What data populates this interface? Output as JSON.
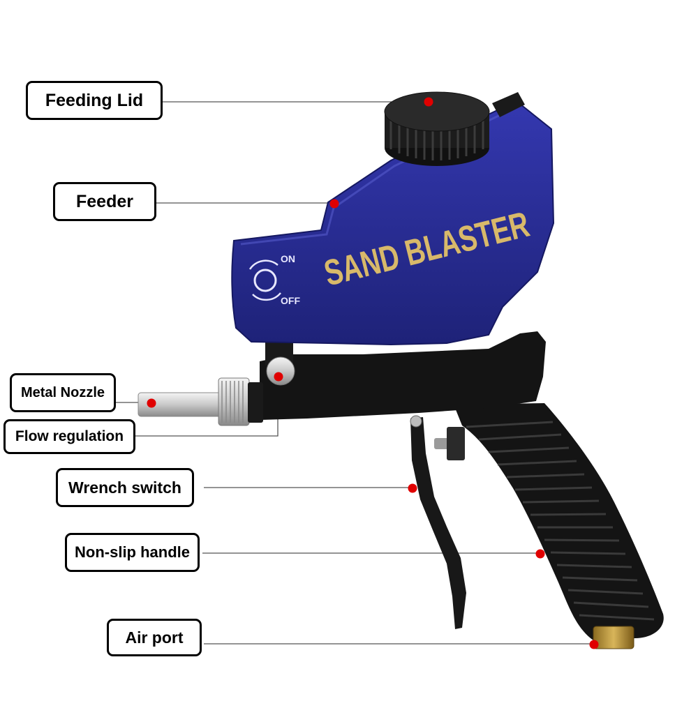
{
  "product": {
    "body_text": "SAND BLASTER",
    "switch_on": "ON",
    "switch_off": "OFF"
  },
  "callouts": [
    {
      "id": "feeding-lid",
      "text": "Feeding Lid"
    },
    {
      "id": "feeder",
      "text": "Feeder"
    },
    {
      "id": "metal-nozzle",
      "text": "Metal Nozzle"
    },
    {
      "id": "flow-regulation",
      "text": "Flow regulation"
    },
    {
      "id": "wrench-switch",
      "text": "Wrench switch"
    },
    {
      "id": "non-slip-handle",
      "text": "Non-slip handle"
    },
    {
      "id": "air-port",
      "text": "Air port"
    }
  ],
  "colors": {
    "body_blue": "#2a2fa0",
    "lettering_gold": "#d8b96a",
    "marker_red": "#e00000",
    "gun_black": "#141414"
  }
}
